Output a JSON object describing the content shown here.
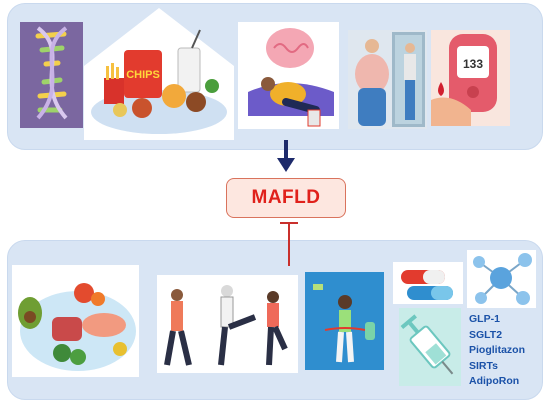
{
  "center": {
    "label": "MAFLD"
  },
  "top_row": {
    "icons": [
      "dna-icon",
      "junk-food-icon",
      "sedentary-person-icon",
      "obese-person-mirror-icon",
      "glucose-meter-icon"
    ],
    "chips_text": "CHIPS",
    "glucose_reading": "133"
  },
  "bottom_row": {
    "icons": [
      "healthy-food-icon",
      "exercise-people-icon",
      "weight-loss-icon",
      "capsule-pills-icon",
      "molecule-icon",
      "syringe-icon"
    ],
    "drugs": [
      "GLP-1",
      "SGLT2",
      "Pioglitazon",
      "SIRTs",
      "AdipoRon"
    ]
  },
  "colors": {
    "panel": "#d9e5f4",
    "box_fill": "#fde7e0",
    "box_border": "#d9735d",
    "label_red": "#e0211b",
    "arrow_navy": "#1d2a6b",
    "inhibit_red": "#c9302c",
    "drug_blue": "#1b52a8"
  }
}
